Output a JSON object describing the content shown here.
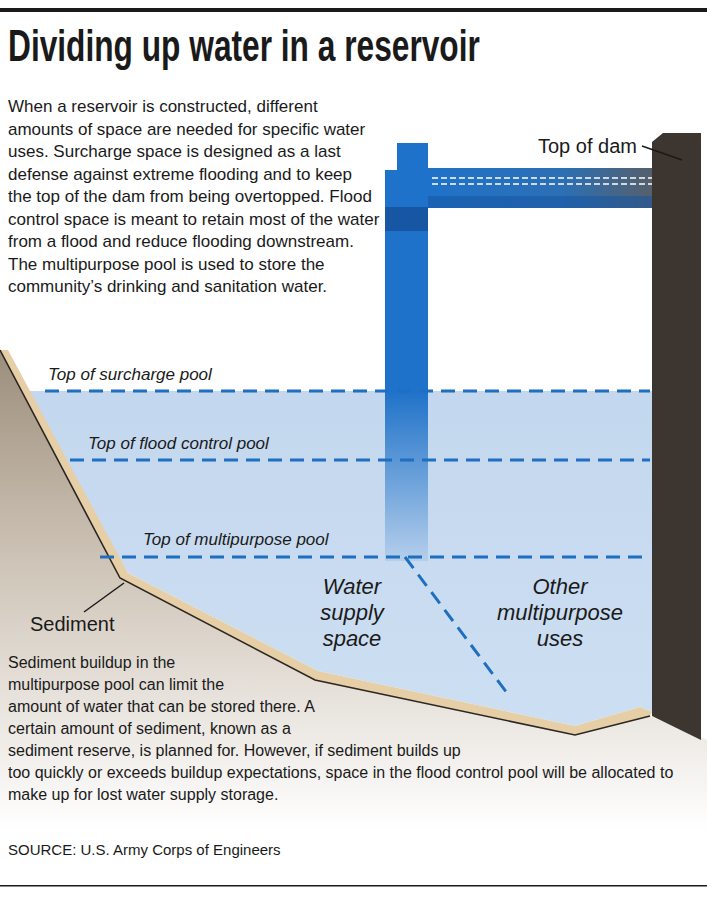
{
  "diagram": {
    "title": "Dividing up water in a reservoir",
    "labels": [
      "When a reservoir is constructed, different amounts of space are needed for specific water uses. Surcharge space is designed as a last defense against extreme flooding and to keep the top of the dam from being overtopped. Flood control space is meant to retain most of the water from a flood and reduce flooding downstream. The multipurpose pool is used to store the community’s drinking and sanitation water.",
      "Top of dam",
      "Top of surcharge pool",
      "Top of flood control pool",
      "Top of multipurpose pool",
      "Water supply space",
      "Other multipurpose uses",
      "Sediment",
      "Sediment buildup in the multipurpose pool can limit the amount of water that can be stored there. A certain amount of sediment, known as a sediment reserve, is planned for. However, if sediment builds up too quickly or exceeds buildup expectations, space in the flood control pool will be allocated to make up for lost water supply storage.",
      "SOURCE: U.S. Army Corps of Engineers"
    ]
  }
}
